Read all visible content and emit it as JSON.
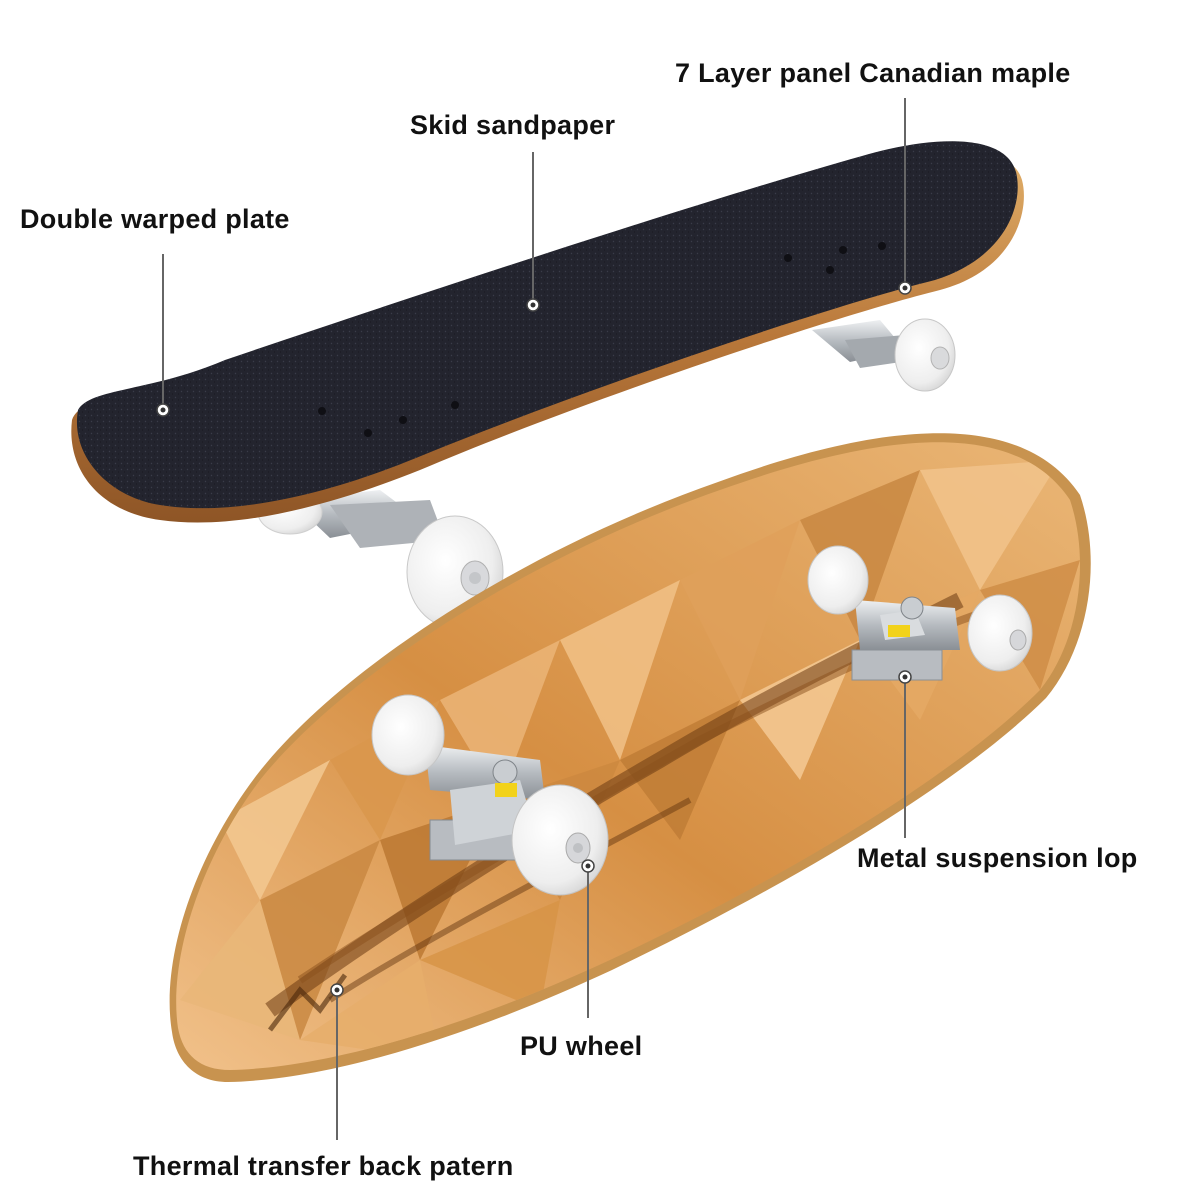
{
  "callouts": {
    "double_warped_plate": "Double warped plate",
    "skid_sandpaper": "Skid sandpaper",
    "layer_maple": "7 Layer panel Canadian maple",
    "metal_suspension": "Metal suspension lop",
    "pu_wheel": "PU wheel",
    "thermal_transfer": "Thermal transfer back patern"
  },
  "colors": {
    "griptape": "#23242e",
    "maple_edge": "#d19a55",
    "deck_gold": "#e3a45c",
    "truck_metal": "#c4c8cc",
    "wheel": "#f4f4f4",
    "bushing": "#f2d21a",
    "leader_line": "#666666"
  }
}
